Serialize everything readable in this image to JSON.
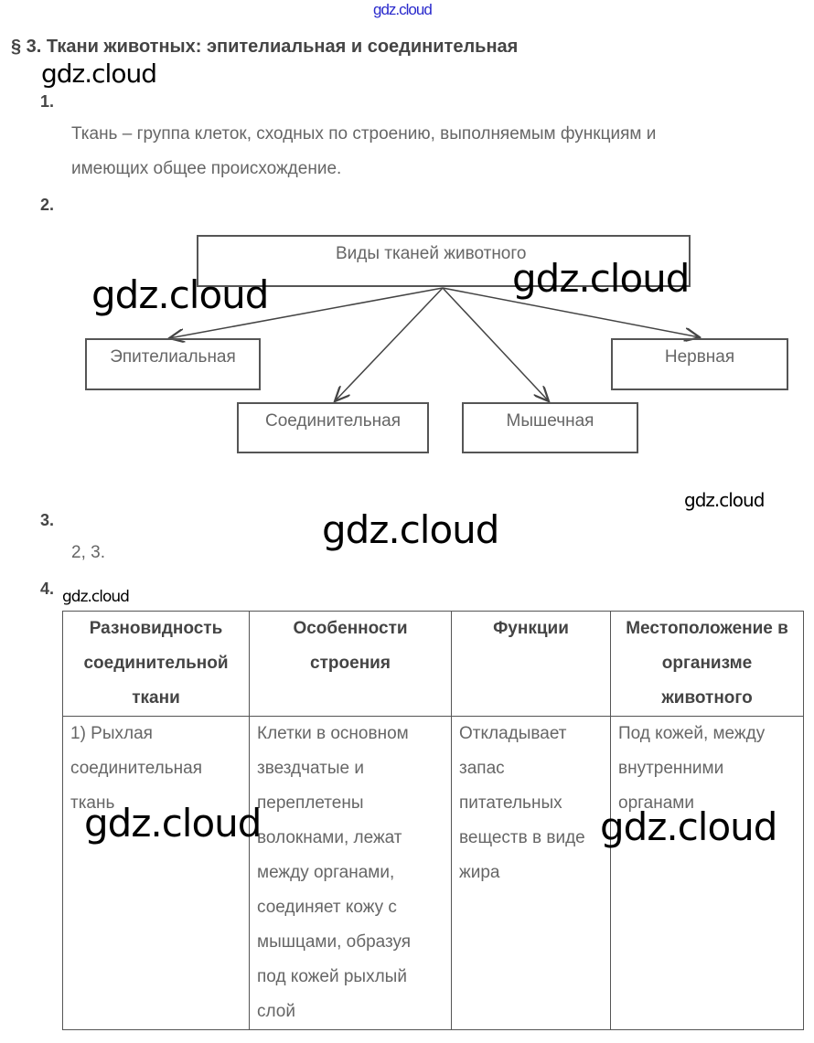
{
  "watermark": "gdz.cloud",
  "title": "§ 3. Ткани животных: эпителиальная и соединительная",
  "q1": {
    "num": "1.",
    "text_line1": "Ткань – группа клеток, сходных по строению, выполняемым функциям и",
    "text_line2": "имеющих общее происхождение."
  },
  "q2": {
    "num": "2.",
    "diagram": {
      "root": "Виды тканей животного",
      "children": [
        "Эпителиальная",
        "Соединительная",
        "Мышечная",
        "Нервная"
      ]
    }
  },
  "q3": {
    "num": "3.",
    "answer": "2, 3."
  },
  "q4": {
    "num": "4.",
    "headers": [
      "Разновидность соединительной ткани",
      "Особенности строения",
      "Функции",
      "Местоположение в организме животного"
    ],
    "rows": [
      [
        "1) Рыхлая соединительная ткань",
        "Клетки в основном звездчатые и переплетены волокнами, лежат между органами, соединяет кожу с мышцами, образуя под кожей рыхлый слой",
        "Откладывает запас питательных веществ в виде жира",
        "Под кожей, между внутренними органами"
      ]
    ]
  }
}
